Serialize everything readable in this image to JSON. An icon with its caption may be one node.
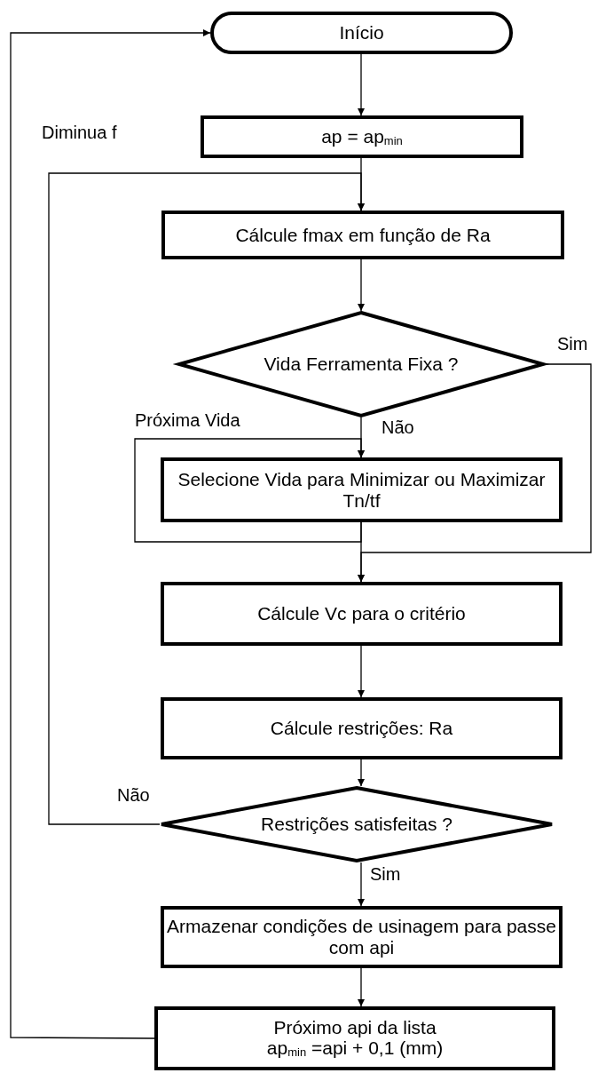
{
  "diagram": {
    "nodes": [
      {
        "text": [
          "Início"
        ]
      },
      {
        "text": [
          "ap = ap$_{min}$"
        ]
      },
      {
        "text": [
          "Cálcule fmax em função de Ra"
        ]
      },
      {
        "text": [
          "Vida Ferramenta Fixa ?"
        ]
      },
      {
        "text": [
          "Selecione Vida para Minimizar ou Maximizar Tn/tf"
        ]
      },
      {
        "text": [
          "Cálcule Vc para o critério"
        ]
      },
      {
        "text": [
          "Cálcule restrições: Ra"
        ]
      },
      {
        "text": [
          "Restrições satisfeitas ?"
        ]
      },
      {
        "text": [
          "Armazenar condições de usinagem para passe com api"
        ]
      },
      {
        "text": [
          "Próximo api da lista",
          "ap$_{min}$ =api + 0,1 (mm)"
        ]
      }
    ],
    "edges": [
      {
        "from": 0,
        "to": 1,
        "arrow": "to"
      },
      {
        "from": 1,
        "to": 2,
        "arrow": "to"
      },
      {
        "from": 2,
        "to": 3,
        "arrow": "to"
      },
      {
        "from": 3,
        "to": 4,
        "arrow": "to",
        "label": "Não"
      },
      {
        "from": 4,
        "to": 4,
        "arrow": "to",
        "label": "Próxima Vida"
      },
      {
        "from": 3,
        "to": 5,
        "arrow": "to",
        "label": "Sim"
      },
      {
        "from": 4,
        "to": 5,
        "arrow": "to"
      },
      {
        "from": 5,
        "to": 6,
        "arrow": "to"
      },
      {
        "from": 6,
        "to": 7,
        "arrow": "to"
      },
      {
        "from": 7,
        "to": 8,
        "arrow": "to",
        "label": "Sim"
      },
      {
        "from": 8,
        "to": 9,
        "arrow": "to"
      },
      {
        "from": 7,
        "to": 2,
        "arrow": "to",
        "label": "Não"
      },
      {
        "from": 9,
        "to": 0,
        "arrow": "to"
      }
    ],
    "labels": [
      "Diminua f"
    ]
  }
}
